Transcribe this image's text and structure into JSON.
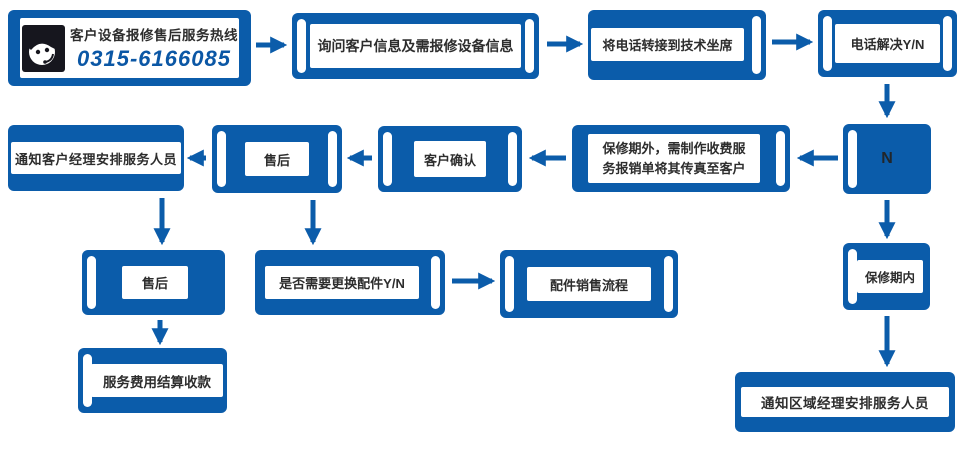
{
  "flowchart": {
    "colors": {
      "node_blue": "#0b5caa",
      "arrow_blue": "#0b5caa",
      "text_dark": "#2d2d2d",
      "phone_blue": "#0b57a5",
      "icon_bg": "#16161e"
    },
    "icons": {
      "hotline_icon": "customer-service-agent-icon"
    },
    "nodes": {
      "hotline": {
        "title": "客户设备报修售后服务热线",
        "phone": "0315-6166085"
      },
      "ask_info": {
        "label": "询问客户信息及需报修设备信息"
      },
      "transfer": {
        "label": "将电话转接到技术坐席"
      },
      "phone_solve": {
        "label": "电话解决Y/N"
      },
      "n_node": {
        "label": "N"
      },
      "out_warranty": {
        "line1": "保修期外，需制作收费服",
        "line2": "务报销单将其传真至客户"
      },
      "customer_confirm": {
        "label": "客户确认"
      },
      "after_sales_1": {
        "label": "售后"
      },
      "notify_customer_manager": {
        "label": "通知客户经理安排服务人员"
      },
      "after_sales_2": {
        "label": "售后"
      },
      "need_parts": {
        "label": "是否需要更换配件Y/N"
      },
      "parts_sales": {
        "label": "配件销售流程"
      },
      "service_fee": {
        "label": "服务费用结算收款"
      },
      "in_warranty": {
        "label": "保修期内"
      },
      "notify_region_manager": {
        "label": "通知区域经理安排服务人员"
      }
    }
  }
}
